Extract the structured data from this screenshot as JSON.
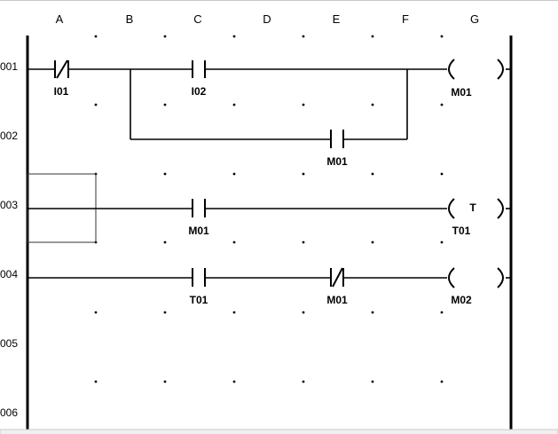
{
  "columns": [
    "A",
    "B",
    "C",
    "D",
    "E",
    "F",
    "G"
  ],
  "rows": [
    "001",
    "002",
    "003",
    "004",
    "005",
    "006"
  ],
  "elements": {
    "contact_i01": {
      "label": "I01",
      "type": "normally-closed-contact"
    },
    "contact_i02": {
      "label": "I02",
      "type": "normally-open-contact"
    },
    "coil_m01": {
      "label": "M01",
      "type": "output-coil"
    },
    "contact_m01_branch": {
      "label": "M01",
      "type": "normally-open-contact"
    },
    "contact_m01_row3": {
      "label": "M01",
      "type": "normally-open-contact"
    },
    "coil_t01": {
      "label": "T01",
      "type": "timer-coil",
      "inner": "T"
    },
    "contact_t01": {
      "label": "T01",
      "type": "normally-open-contact"
    },
    "contact_m01_row4": {
      "label": "M01",
      "type": "normally-closed-contact"
    },
    "coil_m02": {
      "label": "M02",
      "type": "output-coil"
    }
  }
}
